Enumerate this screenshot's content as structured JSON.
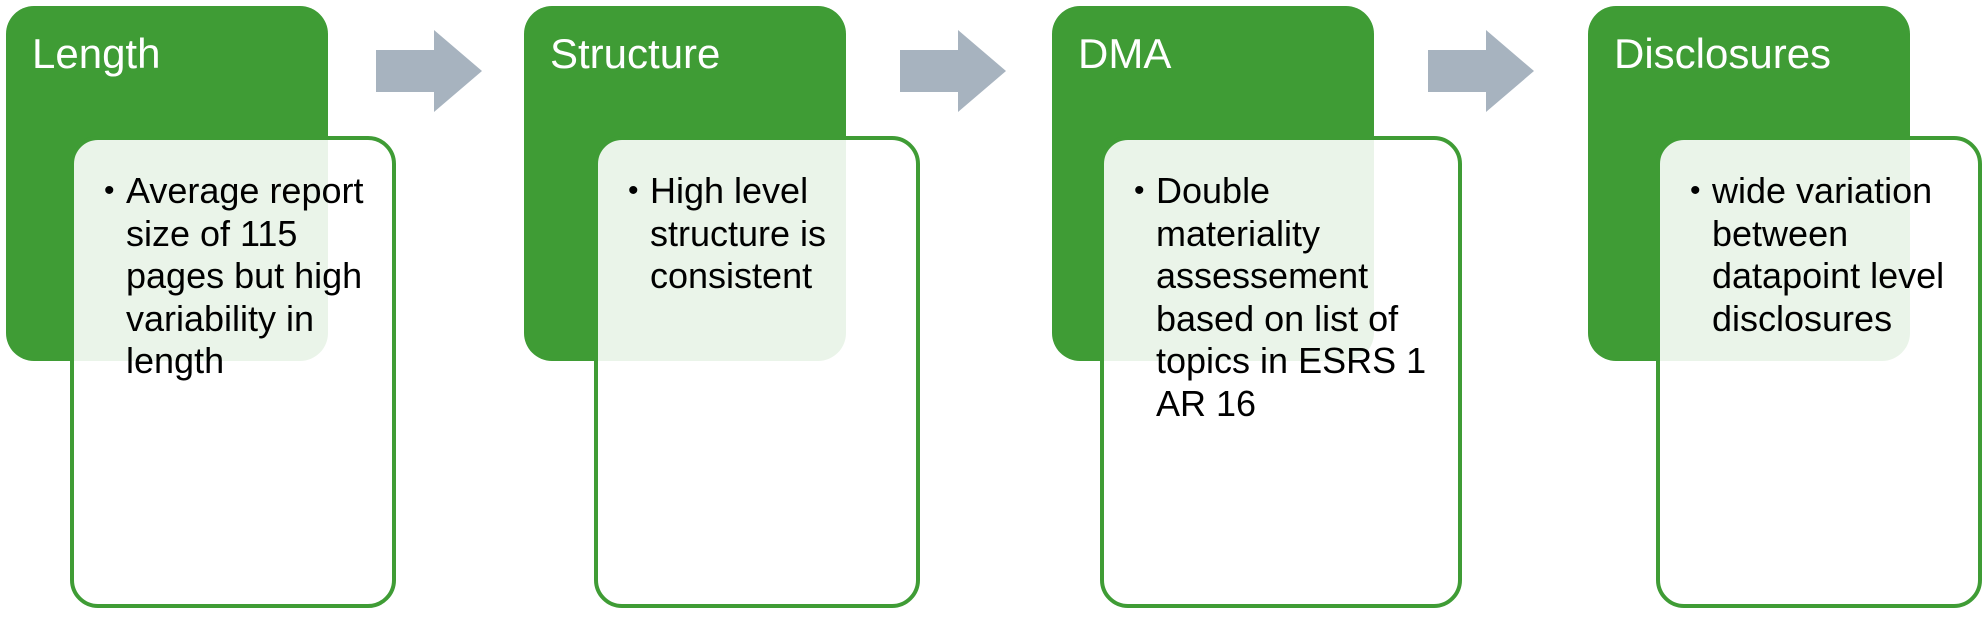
{
  "stages": [
    {
      "title": "Length",
      "bullets": [
        "Average report size of 115 pages but high variability in length"
      ]
    },
    {
      "title": "Structure",
      "bullets": [
        "High level structure is consistent"
      ]
    },
    {
      "title": "DMA",
      "bullets": [
        "Double materiality assessement based on list of topics in ESRS 1 AR 16"
      ]
    },
    {
      "title": "Disclosures",
      "bullets": [
        "wide variation between datapoint level disclosures"
      ]
    }
  ],
  "colors": {
    "title_fill": "#3f9c35",
    "detail_border": "#3f9c35",
    "arrow_fill": "#a7b3bf",
    "title_text": "#ffffff",
    "body_text": "#000000"
  },
  "icons": {
    "connector": "right-arrow-icon",
    "bullet": "bullet-icon"
  }
}
